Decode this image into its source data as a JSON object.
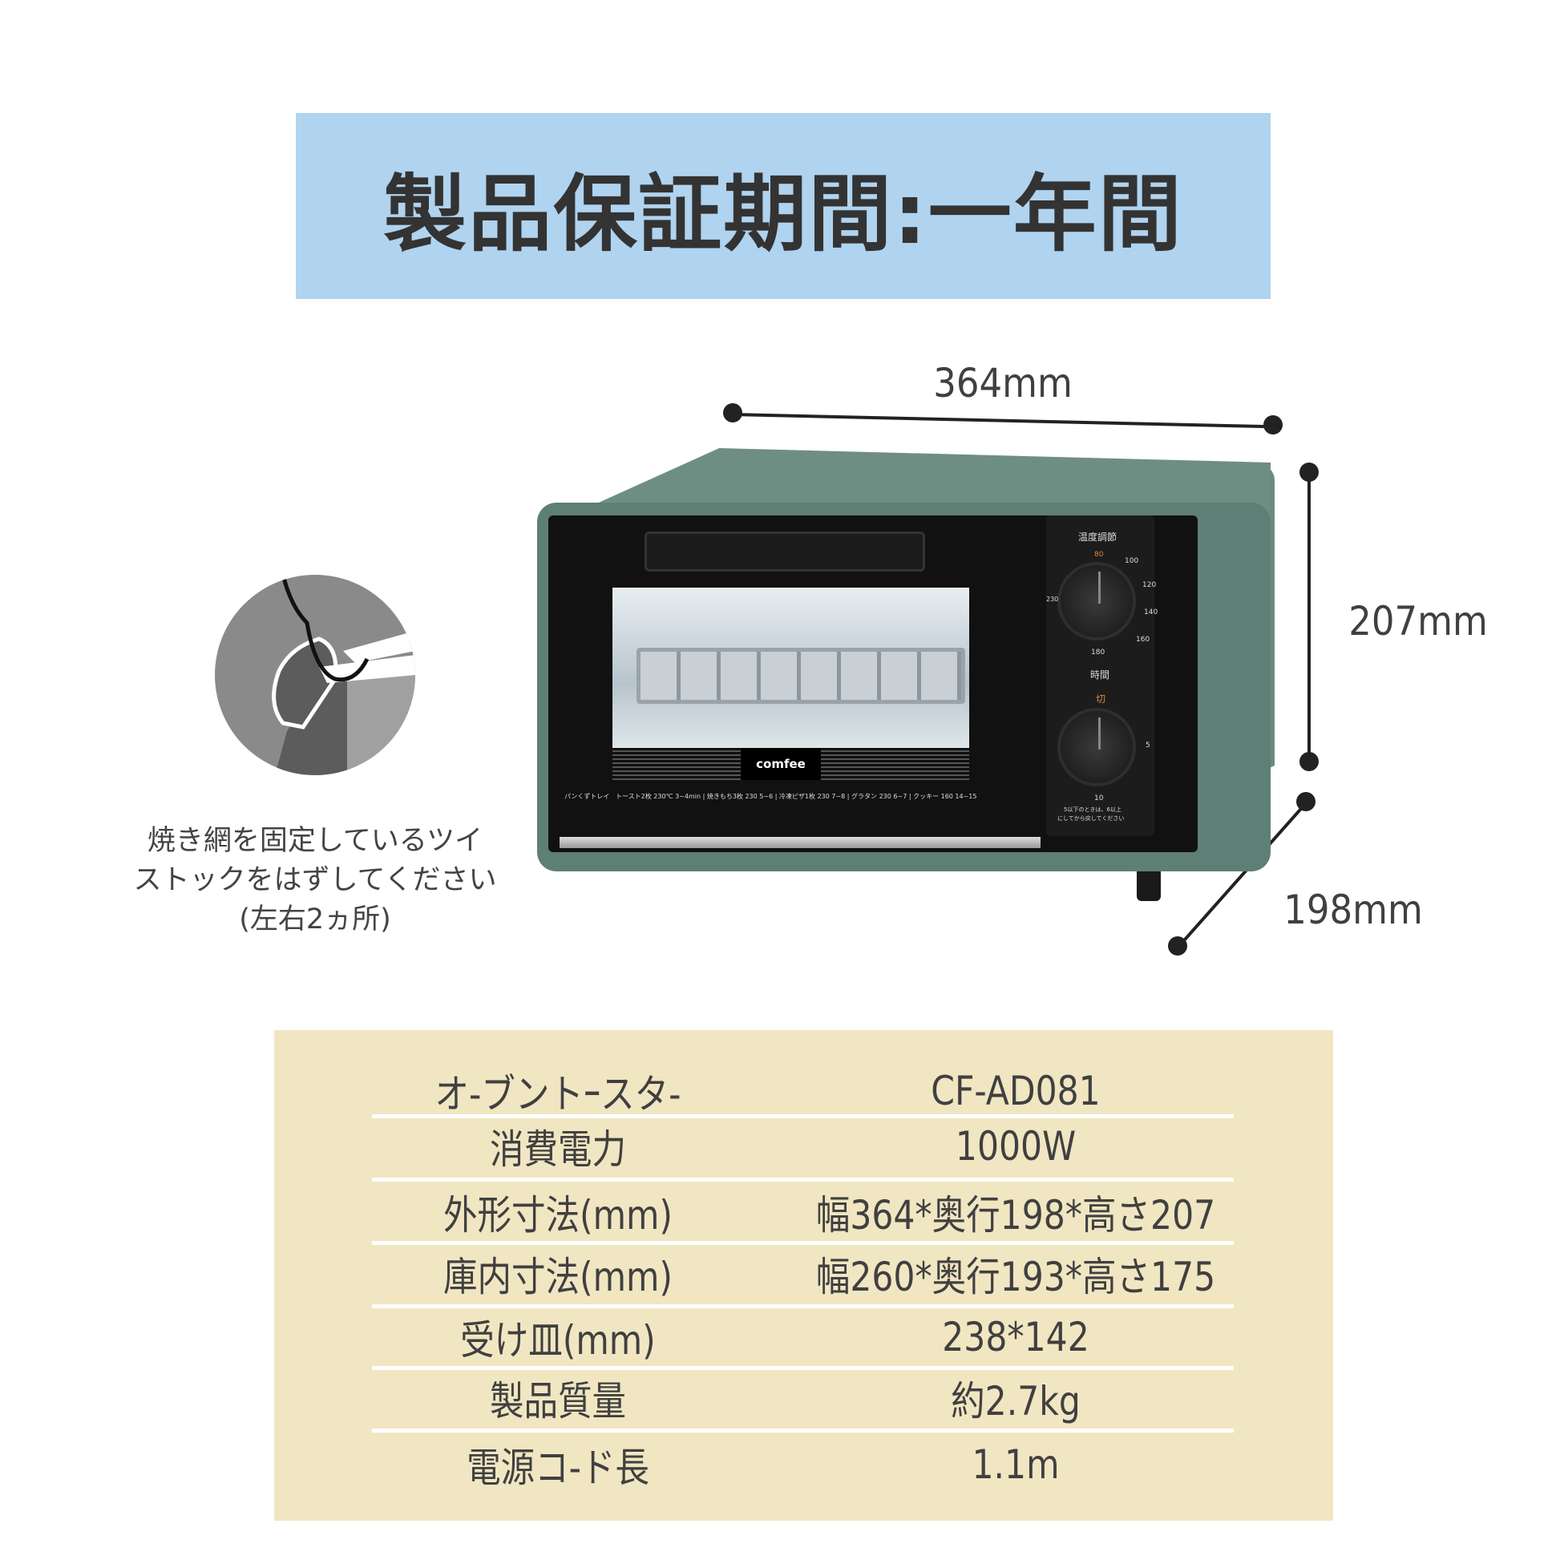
{
  "title": "製品保証期間:一年間",
  "dimensions": {
    "width": "364mm",
    "height": "207mm",
    "depth": "198mm"
  },
  "caption": {
    "line1": "焼き網を固定しているツイ",
    "line2": "ストックをはずしてください",
    "line3": "(左右2ヵ所)"
  },
  "oven": {
    "brand": "comfee",
    "tray_label": "パンくずトレイ",
    "presets": "トースト2枚 230℃ 3~4min | 焼きもち3枚 230 5~6 | 冷凍ピザ1枚 230 7~8 | グラタン 230 6~7 | クッキー 160 14~15",
    "temp_label": "温度調節",
    "temp_marks": [
      "80",
      "100",
      "120",
      "140",
      "160",
      "180",
      "230"
    ],
    "time_label": "時間",
    "time_off": "切",
    "time_marks": [
      "5",
      "10"
    ],
    "time_note1": "5以下のときは、6以上",
    "time_note2": "にしてから戻してください",
    "body_color": "#5e7f76"
  },
  "specs": [
    {
      "label": "オ-ブントｰスタ-",
      "value": "CF-AD081"
    },
    {
      "label": "消費電力",
      "value": "1000W"
    },
    {
      "label": "外形寸法(mm)",
      "value": "幅364*奥行198*高さ207"
    },
    {
      "label": "庫内寸法(mm)",
      "value": "幅260*奥行193*高さ175"
    },
    {
      "label": "受け皿(mm)",
      "value": "238*142"
    },
    {
      "label": "製品質量",
      "value": "約2.7kg"
    },
    {
      "label": "電源コ-ド長",
      "value": "1.1m"
    }
  ]
}
